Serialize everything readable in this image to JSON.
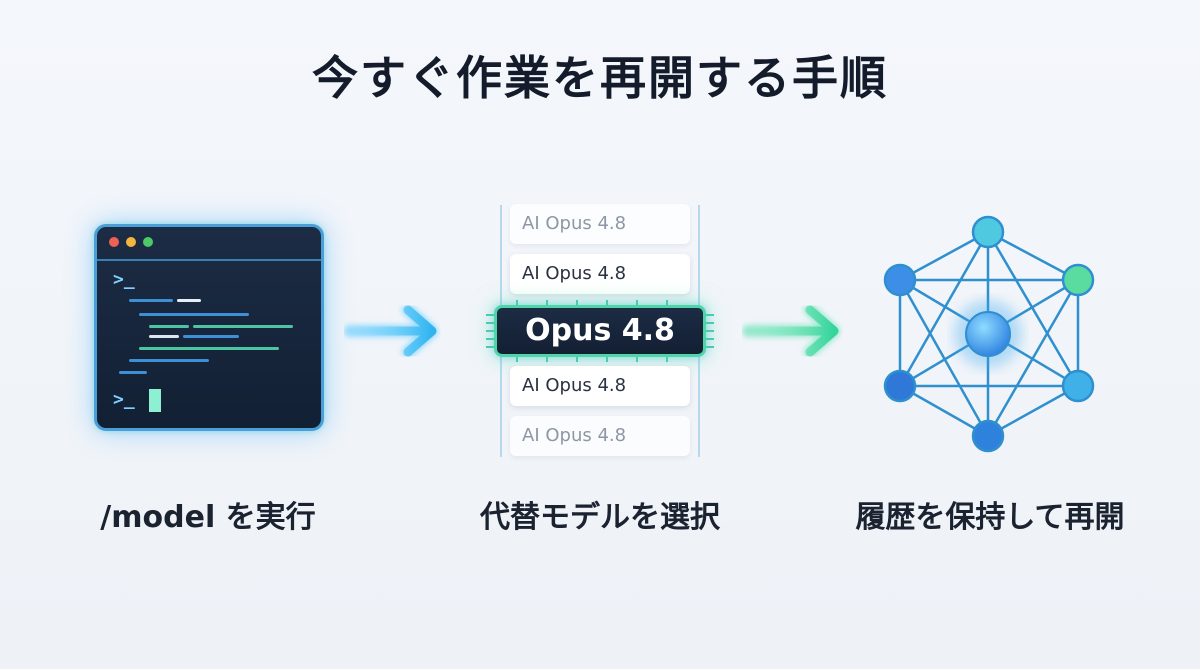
{
  "title": "今すぐ作業を再開する手順",
  "steps": [
    {
      "caption": "/model を実行"
    },
    {
      "caption": "代替モデルを選択"
    },
    {
      "caption": "履歴を保持して再開"
    }
  ],
  "terminal": {
    "prompt_symbol": ">_",
    "colors": {
      "frame": "#4a9fd8",
      "text": "#7fd2ff",
      "cursor": "#8ef0d2"
    }
  },
  "model_selector": {
    "options": [
      "AI Opus 4.8",
      "AI Opus 4.8",
      "AI Opus 4.8",
      "AI Opus 4.8"
    ],
    "selected": "Opus 4.8",
    "colors": {
      "chip_border": "#4fd6a8",
      "chip_bg": "#1c2c44"
    }
  },
  "network_icon": {
    "name": "network-graph-icon",
    "colors": [
      "#3bc7d6",
      "#2f8fe0",
      "#4ad69a"
    ]
  }
}
